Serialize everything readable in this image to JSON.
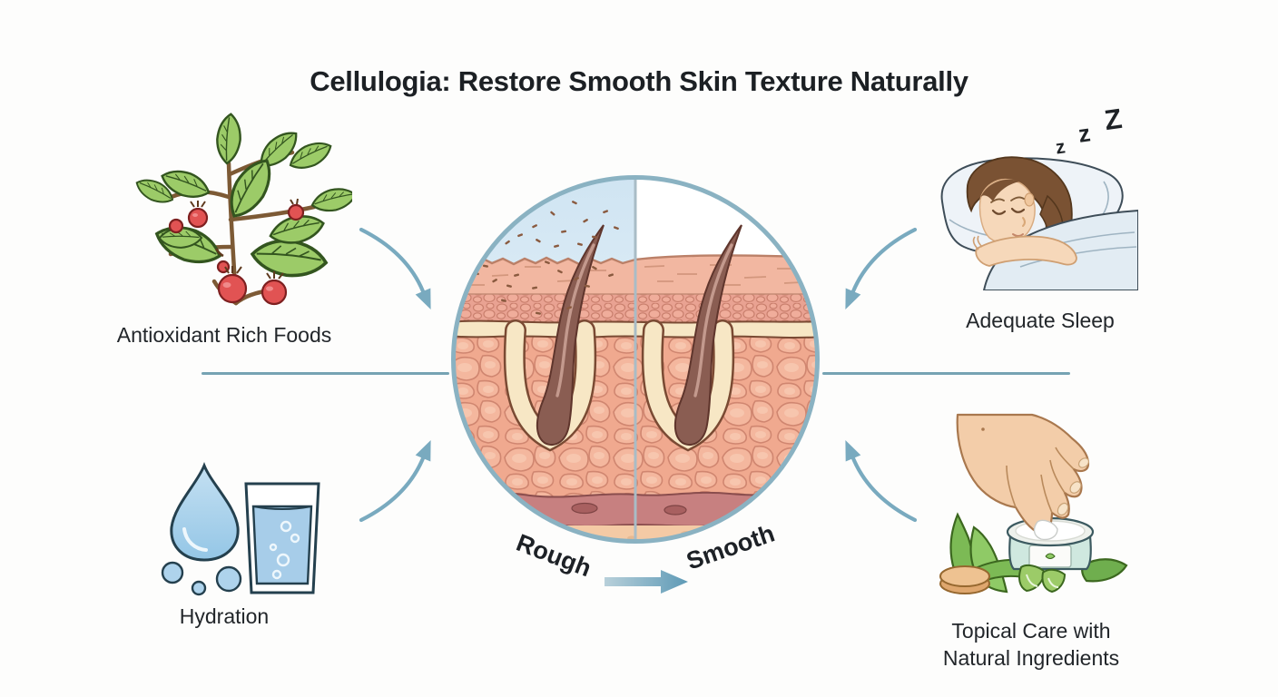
{
  "title": "Cellulogia: Restore Smooth Skin Texture Naturally",
  "factors": {
    "antioxidant": {
      "label": "Antioxidant Rich Foods",
      "icon": "berry-plant-icon"
    },
    "sleep": {
      "label": "Adequate Sleep",
      "icon": "sleeping-woman-icon",
      "zzz": [
        "z",
        "z",
        "Z"
      ]
    },
    "hydration": {
      "label": "Hydration",
      "icon": "water-drop-glass-icon"
    },
    "topical": {
      "label_line1": "Topical Care with",
      "label_line2": "Natural Ingredients",
      "icon": "cream-jar-hand-aloe-icon"
    }
  },
  "center_diagram": {
    "icon": "skin-cross-section-circle-icon",
    "rough_label": "Rough",
    "smooth_label": "Smooth"
  },
  "icons": {
    "flow_arrow": "rough-to-smooth-arrow-icon",
    "curved_arrows": [
      "curved-arrow-top-left",
      "curved-arrow-top-right",
      "curved-arrow-bottom-left",
      "curved-arrow-bottom-right"
    ]
  },
  "colors": {
    "background": "#fdfdfc",
    "accent_blue": "#79aabf",
    "ring_blue": "#8ab2c2",
    "line_blue": "#76a3b3",
    "text_dark": "#1c2024",
    "sky_blue": "#cfe4f2",
    "epidermis_pink": "#f2b7a1",
    "dermis_pink": "#f0a98f",
    "cream_layer": "#f7e7c5",
    "follicle_brown": "#8a5d52",
    "deep_band_rose": "#c78080",
    "subcutis_peach": "#f4caa5",
    "leaf_green": "#9ccb68",
    "berry_red": "#e15353",
    "water_blue": "#aed3ec",
    "jar_teal": "#cfe8df",
    "skin_tone": "#f3cda9",
    "hair_brown": "#7a5233"
  }
}
